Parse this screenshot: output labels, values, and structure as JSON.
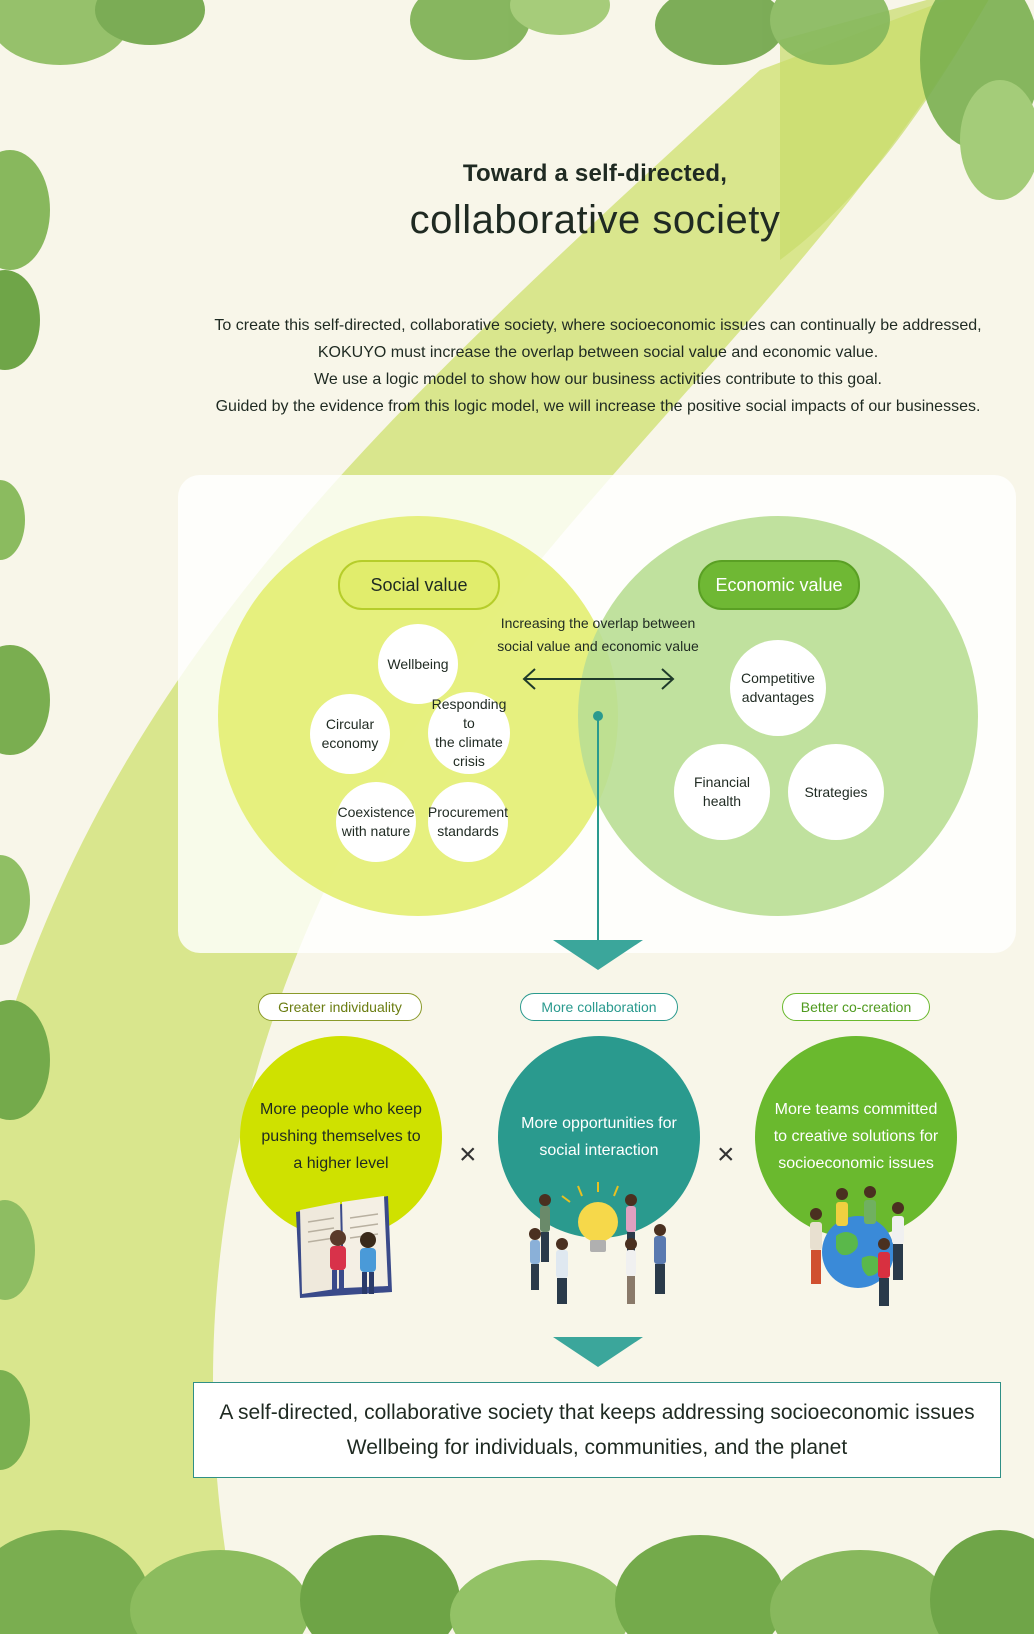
{
  "header": {
    "line1": "Toward a self-directed,",
    "line2": "collaborative society"
  },
  "intro": [
    "To create this self-directed, collaborative society, where socioeconomic issues can continually be addressed,",
    "KOKUYO must increase the overlap between social value and economic value.",
    "We use a logic model to show how our business activities contribute to this goal.",
    "Guided by the evidence from this logic model, we will increase the positive social impacts of our businesses."
  ],
  "diagram": {
    "social_label": "Social value",
    "economic_label": "Economic value",
    "overlap_line1": "Increasing the overlap between",
    "overlap_line2": "social value and economic value",
    "social_items": [
      {
        "l1": "Wellbeing",
        "l2": ""
      },
      {
        "l1": "Circular",
        "l2": "economy"
      },
      {
        "l1": "Responding to",
        "l2": "the climate crisis"
      },
      {
        "l1": "Coexistence",
        "l2": "with nature"
      },
      {
        "l1": "Procurement",
        "l2": "standards"
      }
    ],
    "economic_items": [
      {
        "l1": "Competitive",
        "l2": "advantages"
      },
      {
        "l1": "Financial",
        "l2": "health"
      },
      {
        "l1": "Strategies",
        "l2": ""
      }
    ]
  },
  "outcomes": [
    {
      "tag": "Greater individuality",
      "l1": "More people who keep",
      "l2": "pushing themselves to",
      "l3": "a higher level"
    },
    {
      "tag": "More collaboration",
      "l1": "More opportunities for",
      "l2": "social interaction",
      "l3": ""
    },
    {
      "tag": "Better co-creation",
      "l1": "More teams committed",
      "l2": "to creative solutions for",
      "l3": "socioeconomic issues"
    }
  ],
  "times_symbol": "×",
  "conclusion": {
    "line1": "A self-directed, collaborative society that keeps addressing socioeconomic issues",
    "line2": "Wellbeing for individuals, communities, and the planet"
  },
  "colors": {
    "social_circle": "#e4ef74",
    "economic_circle": "#b9de93",
    "teal": "#2a9a8e",
    "lime": "#cfe100",
    "green": "#6ab92e"
  }
}
